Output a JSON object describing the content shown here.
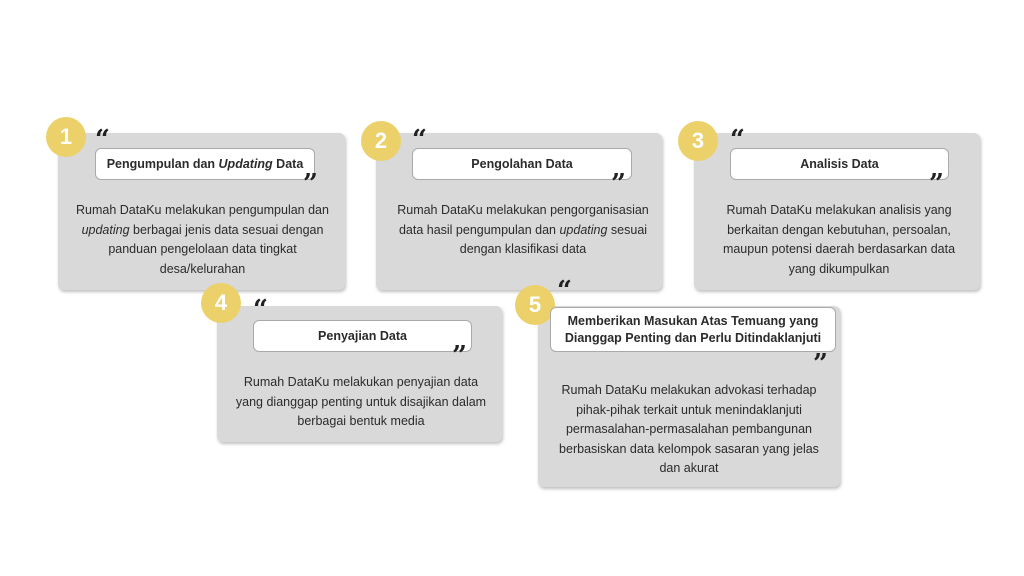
{
  "accent_color": "#ecd16b",
  "open_quote": "“",
  "close_quote": "”",
  "steps": [
    {
      "number": "1",
      "title_a": "Pengumpulan dan ",
      "title_i": "Updating",
      "title_b": " Data",
      "body_a": "Rumah DataKu melakukan pengumpulan dan ",
      "body_i": "updating",
      "body_b": " berbagai jenis data sesuai dengan panduan pengelolaan data tingkat desa/kelurahan"
    },
    {
      "number": "2",
      "title": "Pengolahan Data",
      "body_a": "Rumah DataKu melakukan pengorganisasian data hasil pengumpulan dan ",
      "body_i": "updating",
      "body_b": " sesuai dengan klasifikasi data"
    },
    {
      "number": "3",
      "title": "Analisis Data",
      "body": "Rumah DataKu melakukan analisis yang berkaitan dengan kebutuhan, persoalan, maupun potensi daerah berdasarkan data yang dikumpulkan"
    },
    {
      "number": "4",
      "title": "Penyajian Data",
      "body": "Rumah DataKu melakukan penyajian data yang dianggap penting untuk disajikan dalam berbagai bentuk media"
    },
    {
      "number": "5",
      "title": "Memberikan Masukan Atas Temuang yang Dianggap Penting dan Perlu Ditindaklanjuti",
      "body": "Rumah DataKu melakukan advokasi terhadap pihak-pihak terkait untuk menindaklanjuti permasalahan-permasalahan pembangunan berbasiskan data kelompok sasaran yang jelas dan akurat"
    }
  ]
}
